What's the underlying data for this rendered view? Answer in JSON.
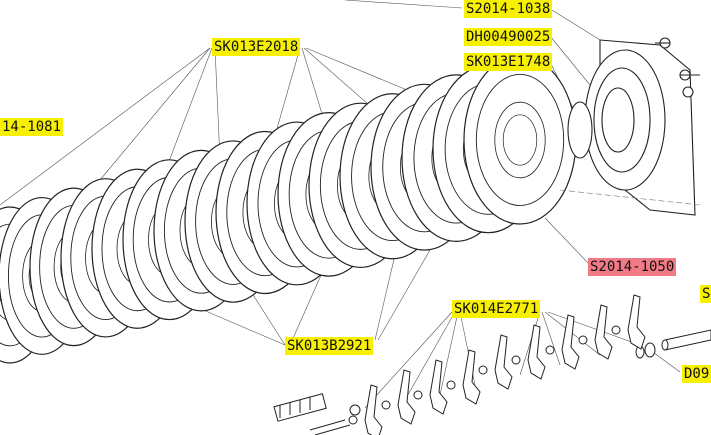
{
  "colors": {
    "highlight": "#f7f000",
    "alert": "#f07a85",
    "stroke": "#222222"
  },
  "labels": {
    "s2014_1038": "S2014-1038",
    "dh00490025": "DH00490025",
    "sk013e1748": "SK013E1748",
    "sk013e2018": "SK013E2018",
    "s2014_1081": "14-1081",
    "s2014_1050": "S2014-1050",
    "sk014e2771": "SK014E2771",
    "sk013b2921": "SK013B2921",
    "edge_s": "S",
    "edge_d09": "D09"
  }
}
